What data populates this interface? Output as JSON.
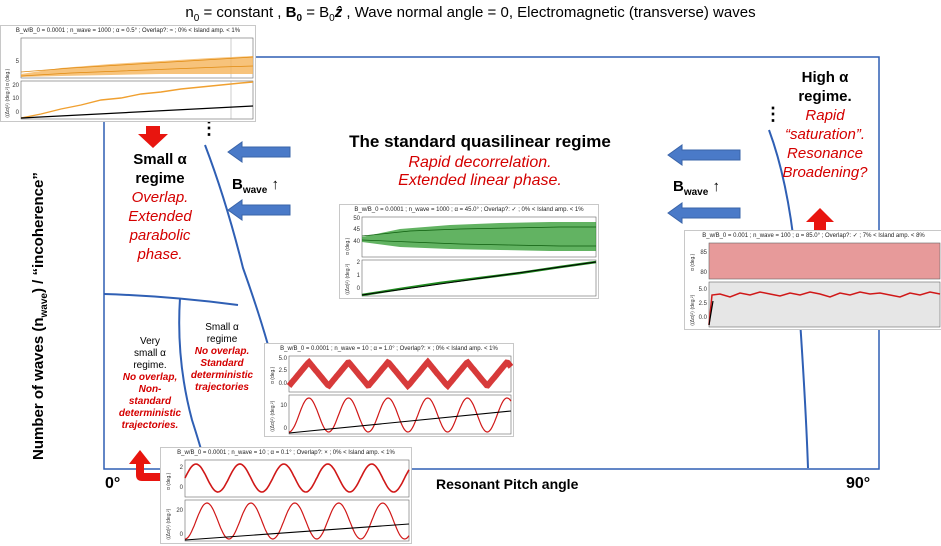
{
  "header": {
    "prefix": "n",
    "prefix_sub": "0",
    "part1": " = constant  ,  ",
    "b0_bold": "B",
    "b0_bold_sub": "0",
    "part2": " = B",
    "b0_sub": "0",
    "zhat": "ẑ",
    "part3": "  ,  Wave normal angle = 0, Electromagnetic (transverse) waves"
  },
  "axes": {
    "y_label_text": "Number of waves (n",
    "y_label_sub": "wave",
    "y_label_end": ") / “incoherence”",
    "x_label": "Resonant Pitch angle",
    "x_min_label": "0°",
    "x_max_label": "90°"
  },
  "regions": {
    "standard": {
      "title": "The standard quasilinear regime",
      "line1": "Rapid decorrelation.",
      "line2": "Extended linear phase."
    },
    "high_alpha": {
      "title_line1": "High α",
      "title_line2": "regime.",
      "red1": "Rapid",
      "red2": "“saturation”.",
      "red3": "Resonance",
      "red4": "Broadening?"
    },
    "small_alpha_overlap": {
      "title_line1": "Small α",
      "title_line2": "regime",
      "red1": "Overlap.",
      "red2": "Extended",
      "red3": "parabolic",
      "red4": "phase."
    },
    "small_alpha_no_overlap": {
      "title_line1": "Small α",
      "title_line2": "regime",
      "red1": "No overlap.",
      "red2": "Standard",
      "red3": "deterministic",
      "red4": "trajectories"
    },
    "very_small_alpha": {
      "title_line1": "Very",
      "title_line2": "small α",
      "title_line3": "regime.",
      "red1": "No overlap,",
      "red2": "Non-",
      "red3": "standard",
      "red4": "deterministic",
      "red5": "trajectories."
    }
  },
  "bwave": {
    "label": "B",
    "sub": "wave",
    "arrow": "↑"
  },
  "dots": "⋮",
  "panels": {
    "top_left": {
      "header": "B_w/B_0 = 0.0001  ;  n_wave = 1000  ;  α = 0.5°  ;  Overlap?: ≈  ;  0% < Island amp. < 1%",
      "top_ylabel": "α (deg.)",
      "bottom_ylabel": "⟨(Δα)²⟩ (deg.²)",
      "top_ticks": [
        "5"
      ],
      "bottom_ticks": [
        "20",
        "10",
        "0"
      ],
      "color": "#f0a030"
    },
    "center": {
      "header": "B_w/B_0 = 0.0001  ;  n_wave = 1000  ;  α = 45.0°  ;  Overlap?: ✓  ;  0% < Island amp. < 1%",
      "top_ylabel": "α (deg.)",
      "bottom_ylabel": "⟨(Δα)²⟩ (deg.²)",
      "top_ticks": [
        "50",
        "45",
        "40"
      ],
      "bottom_ticks": [
        "2",
        "1",
        "0"
      ],
      "color": "#1f8a1f"
    },
    "right": {
      "header": "B_w/B_0 = 0.001  ;  n_wave = 100  ;  α = 85.0°  ;  Overlap?: ✓  ;  7% < Island amp. < 8%",
      "top_ylabel": "α (deg.)",
      "bottom_ylabel": "⟨(Δα)²⟩ (deg.²)",
      "top_ticks": [
        "85",
        "80"
      ],
      "bottom_ticks": [
        "5.0",
        "2.5",
        "0.0"
      ],
      "color": "#d01818"
    },
    "mid_small": {
      "header": "B_w/B_0 = 0.0001  ;  n_wave = 10  ;  α = 1.0°  ;  Overlap?: ×  ;  0% < Island amp. < 1%",
      "top_ylabel": "α (deg.)",
      "bottom_ylabel": "⟨(Δα)²⟩ (deg.²)",
      "top_ticks": [
        "5.0",
        "2.5",
        "0.0"
      ],
      "bottom_ticks": [
        "10",
        "0"
      ],
      "color": "#d01818"
    },
    "bottom_small": {
      "header": "B_w/B_0 = 0.0001  ;  n_wave = 10  ;  α = 0.1°  ;  Overlap?: ×  ;  0% < Island amp. < 1%",
      "top_ylabel": "α (deg.)",
      "bottom_ylabel": "⟨(Δα)²⟩ (deg.²)",
      "top_ticks": [
        "2",
        "0"
      ],
      "bottom_ticks": [
        "20",
        "0"
      ],
      "color": "#d01818"
    }
  },
  "colors": {
    "blue_arrow": "#4a7ac8",
    "red_arrow": "#e8150f",
    "boundary": "#2f5fb4",
    "frame": "#2f5fb4",
    "red_text": "#d40000"
  }
}
